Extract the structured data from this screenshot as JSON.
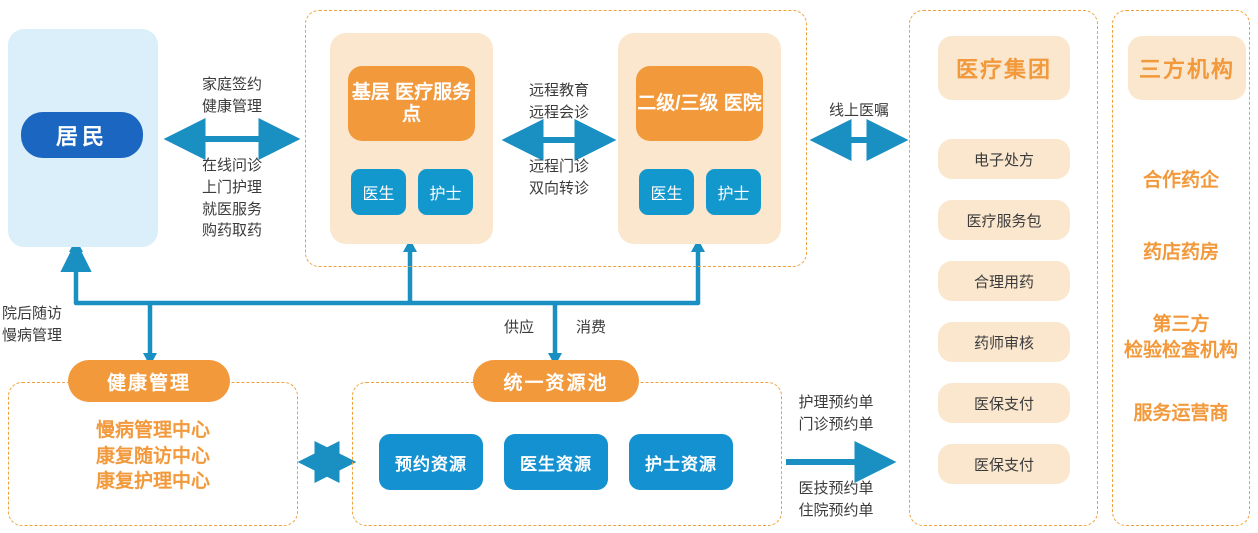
{
  "colors": {
    "blue_dark": "#1B66C0",
    "blue": "#1398CE",
    "orange": "#F2993C",
    "beige": "#FAE7CE",
    "panel_blue": "#DBEFFB",
    "dash_orange": "#F0A13C",
    "line_blue": "#1A8FC1",
    "text_gray": "#3B3B3B"
  },
  "resident": {
    "label": "居民"
  },
  "arrows": {
    "resident_to_med_top": "家庭签约\n健康管理",
    "resident_to_med_bottom": "在线问诊\n上门护理\n就医服务\n购药取药",
    "tele_top": "远程教育\n远程会诊",
    "tele_bottom": "远程门诊\n双向转诊",
    "online_order": "线上医嘱",
    "post_discharge": "院后随访\n慢病管理",
    "supply": "供应",
    "consume": "消费",
    "booking_top": "护理预约单\n门诊预约单",
    "booking_bottom": "医技预约单\n住院预约单"
  },
  "medical_zone": {
    "primary": {
      "title": "基层\n医疗服务点",
      "roles": [
        "医生",
        "护士"
      ]
    },
    "hospital": {
      "title": "二级/三级\n医院",
      "roles": [
        "医生",
        "护士"
      ]
    }
  },
  "health_mgmt": {
    "title": "健康管理",
    "items": [
      "慢病管理中心",
      "康复随访中心",
      "康复护理中心"
    ]
  },
  "resource_pool": {
    "title": "统一资源池",
    "items": [
      "预约资源",
      "医生资源",
      "护士资源"
    ]
  },
  "medical_group": {
    "title": "医疗集团",
    "items": [
      "电子处方",
      "医疗服务包",
      "合理用药",
      "药师审核",
      "医保支付",
      "医保支付"
    ]
  },
  "third_party": {
    "title": "三方机构",
    "items": [
      "合作药企",
      "药店药房",
      "第三方\n检验检查机构",
      "服务运营商"
    ]
  }
}
